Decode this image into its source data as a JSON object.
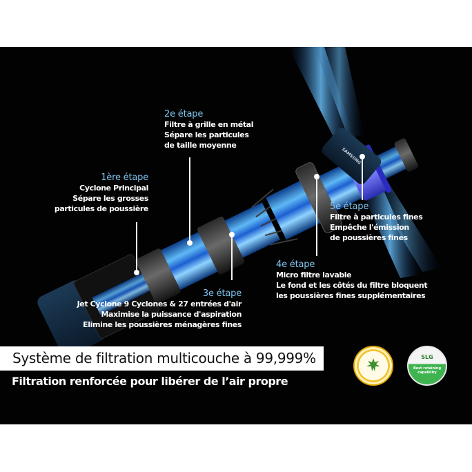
{
  "steps": [
    {
      "id": 1,
      "title": "1ère étape",
      "lines": [
        "Cyclone Principal",
        "Sépare les grosses",
        "particules de poussière"
      ]
    },
    {
      "id": 2,
      "title": "2e étape",
      "lines": [
        "Filtre à grille en métal",
        "Sépare les particules",
        "de taille moyenne"
      ]
    },
    {
      "id": 3,
      "title": "3e étape",
      "lines": [
        "Jet Cyclone 9 Cyclones & 27 entrées d'air",
        "Maximise la puissance d'aspiration",
        "Elimine les poussières ménagères fines"
      ]
    },
    {
      "id": 4,
      "title": "4e étape",
      "lines": [
        "Micro filtre lavable",
        "Le fond et les côtés du filtre bloquent",
        "les poussières fines supplémentaires"
      ]
    },
    {
      "id": 5,
      "title": "5e étape",
      "lines": [
        "Filtre à particules fines",
        "Empêche l'émission",
        "de poussières fines"
      ]
    }
  ],
  "headline": "Système de filtration multicouche à 99,999%",
  "subheadline": "Filtration renforcée pour libérer de l’air propre",
  "badges": {
    "allergy": {
      "name": "British Allergy Foundation - Allergy UK Seal of Approval"
    },
    "slg": {
      "label": "SLG",
      "sub": "Best retaining capability"
    }
  },
  "brand_mark": "SAMSUNG",
  "colors": {
    "background": "#020202",
    "step_title": "#7fc4ee",
    "airflow_blue": "#3a9be8",
    "filter_violet": "#5a5cf0"
  }
}
